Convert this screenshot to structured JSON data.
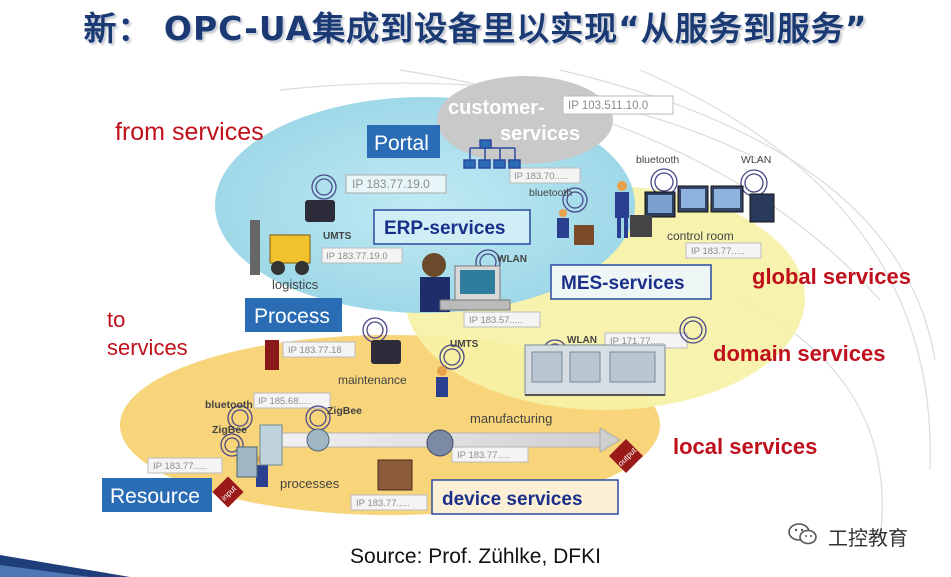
{
  "title": "新： OPC-UA集成到设备里以实现“从服务到服务”",
  "source": "Source: Prof. Zühlke, DFKI",
  "watermark": "工控教育",
  "flow": {
    "from": "from services",
    "to_line1": "to",
    "to_line2": "services"
  },
  "layers": {
    "global": "global services",
    "domain": "domain services",
    "local": "local services"
  },
  "boxes": {
    "portal": "Portal",
    "erp": "ERP-services",
    "mes": "MES-services",
    "process": "Process",
    "resource": "Resource",
    "device": "device services"
  },
  "cloud": {
    "line1": "customer-",
    "line2": "services"
  },
  "ips": {
    "cloud": "IP 103.511.10.0",
    "erp": "IP 183.77.19.0",
    "logistics": "IP 183.77.19.0",
    "bluetooth_top": "IP 183.70.....",
    "control": "IP 183.77.....",
    "wlan_mid": "IP 183.57.....",
    "manufacturing": "IP 171.77.....",
    "maintenance": "IP 183.77.18",
    "bt_lower": "IP 185.68.....",
    "left": "IP 183.77.....",
    "processes": "IP 183.77.....",
    "device": "IP 183.77....."
  },
  "labels": {
    "bluetooth1": "bluetooth",
    "wlan1": "WLAN",
    "bluetooth2": "bluetooth",
    "control_room": "control room",
    "umts1": "UMTS",
    "logistics": "logistics",
    "wlan2": "WLAN",
    "wlan3": "WLAN",
    "umts2": "UMTS",
    "maintenance": "maintenance",
    "bluetooth3": "bluetooth",
    "zigbee1": "ZigBee",
    "zigbee2": "ZigBee",
    "manufacturing": "manufacturing",
    "processes": "processes",
    "input": "input",
    "output": "output"
  }
}
